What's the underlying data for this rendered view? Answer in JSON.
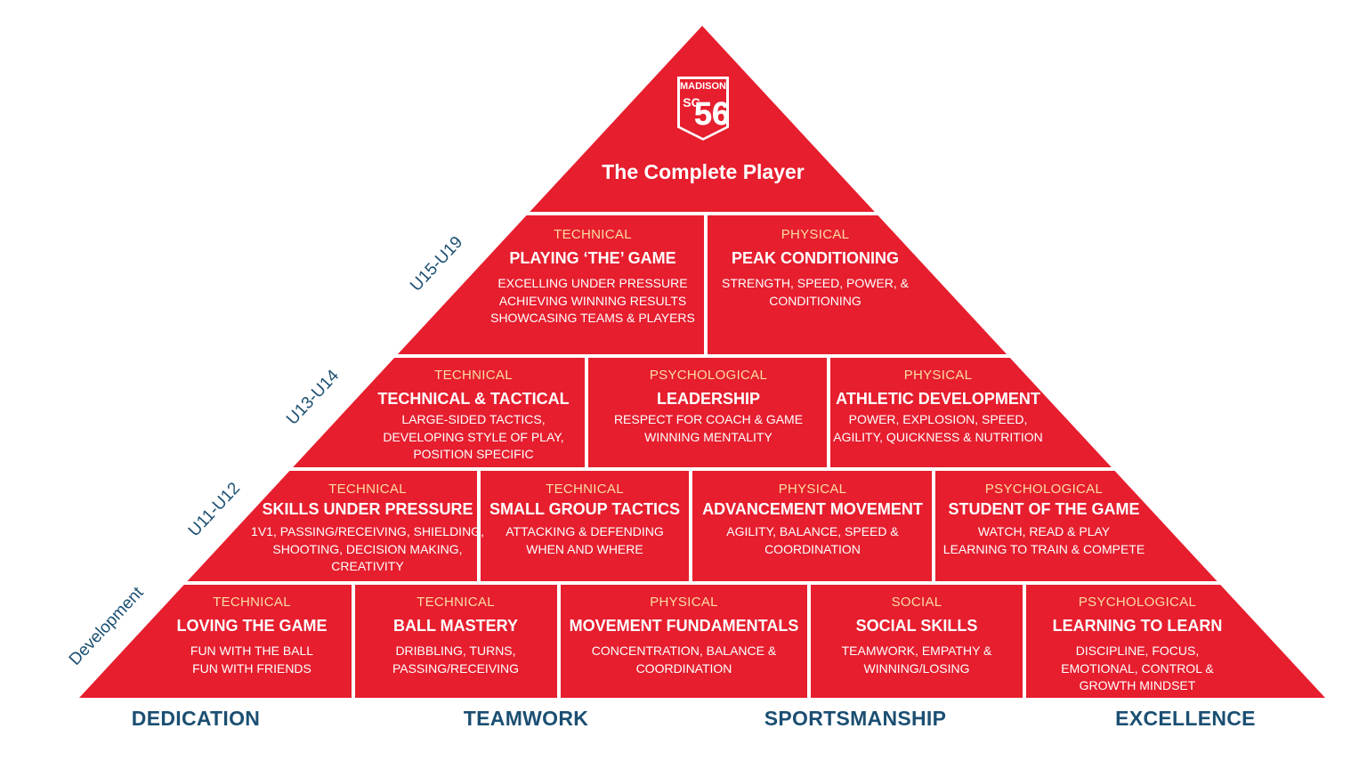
{
  "apex": {
    "logo": {
      "line1": "MADISON",
      "line2": "SC",
      "number": "56",
      "icon": "madison-sc-56-shield-logo"
    },
    "title": "The Complete Player"
  },
  "colors": {
    "pyramid_red": "#e61e2e",
    "category_text": "#fbdca3",
    "navy": "#1b4f72",
    "divider": "#ffffff"
  },
  "age_groups": [
    "U15-U19",
    "U13-U14",
    "U11-U12",
    "Development"
  ],
  "tiers": {
    "u15_u19": [
      {
        "category": "TECHNICAL",
        "title": "PLAYING ‘THE’ GAME",
        "lines": [
          "EXCELLING UNDER PRESSURE",
          "ACHIEVING WINNING RESULTS",
          "SHOWCASING TEAMS & PLAYERS"
        ]
      },
      {
        "category": "PHYSICAL",
        "title": "PEAK CONDITIONING",
        "lines": [
          "STRENGTH, SPEED, POWER, &",
          "CONDITIONING"
        ]
      }
    ],
    "u13_u14": [
      {
        "category": "TECHNICAL",
        "title": "TECHNICAL & TACTICAL",
        "lines": [
          "LARGE-SIDED TACTICS,",
          "DEVELOPING STYLE OF PLAY,",
          "POSITION SPECIFIC"
        ]
      },
      {
        "category": "PSYCHOLOGICAL",
        "title": "LEADERSHIP",
        "lines": [
          "RESPECT FOR COACH & GAME",
          "WINNING MENTALITY"
        ]
      },
      {
        "category": "PHYSICAL",
        "title": "ATHLETIC DEVELOPMENT",
        "lines": [
          "POWER, EXPLOSION, SPEED,",
          "AGILITY, QUICKNESS & NUTRITION"
        ]
      }
    ],
    "u11_u12": [
      {
        "category": "TECHNICAL",
        "title": "SKILLS UNDER PRESSURE",
        "lines": [
          "1V1, PASSING/RECEIVING, SHIELDING,",
          "SHOOTING, DECISION MAKING,",
          "CREATIVITY"
        ]
      },
      {
        "category": "TECHNICAL",
        "title": "SMALL GROUP TACTICS",
        "lines": [
          "ATTACKING & DEFENDING",
          "WHEN AND WHERE"
        ]
      },
      {
        "category": "PHYSICAL",
        "title": "ADVANCEMENT MOVEMENT",
        "lines": [
          "AGILITY, BALANCE, SPEED &",
          "COORDINATION"
        ]
      },
      {
        "category": "PSYCHOLOGICAL",
        "title": "STUDENT OF THE GAME",
        "lines": [
          "WATCH, READ & PLAY",
          "LEARNING TO TRAIN & COMPETE"
        ]
      }
    ],
    "development": [
      {
        "category": "TECHNICAL",
        "title": "LOVING THE GAME",
        "lines": [
          "FUN WITH THE BALL",
          "FUN WITH FRIENDS"
        ]
      },
      {
        "category": "TECHNICAL",
        "title": "BALL MASTERY",
        "lines": [
          "DRIBBLING, TURNS,",
          "PASSING/RECEIVING"
        ]
      },
      {
        "category": "PHYSICAL",
        "title": "MOVEMENT FUNDAMENTALS",
        "lines": [
          "CONCENTRATION, BALANCE &",
          "COORDINATION"
        ]
      },
      {
        "category": "SOCIAL",
        "title": "SOCIAL SKILLS",
        "lines": [
          "TEAMWORK, EMPATHY &",
          "WINNING/LOSING"
        ]
      },
      {
        "category": "PSYCHOLOGICAL",
        "title": "LEARNING TO LEARN",
        "lines": [
          "DISCIPLINE, FOCUS,",
          "EMOTIONAL, CONTROL &",
          "GROWTH MINDSET"
        ]
      }
    ]
  },
  "values": [
    "DEDICATION",
    "TEAMWORK",
    "SPORTSMANSHIP",
    "EXCELLENCE"
  ]
}
